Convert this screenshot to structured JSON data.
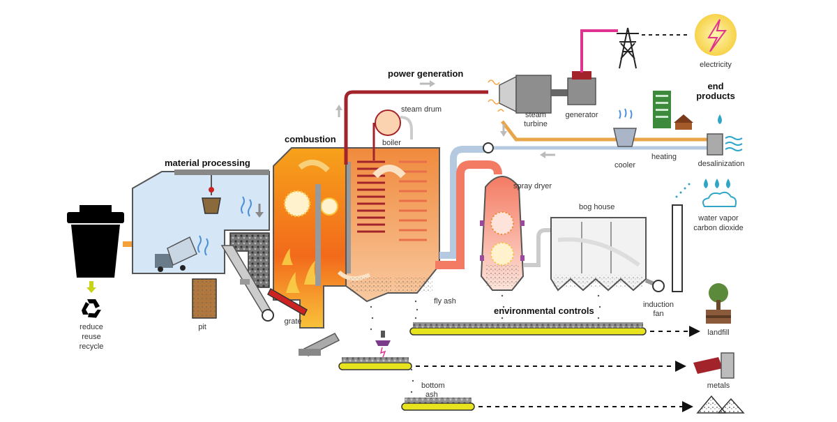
{
  "colors": {
    "steam_line": "#a3232a",
    "return_line": "#e8a64a",
    "power_line": "#e0338f",
    "conveyor": "#e8e31f",
    "fire": "#f2872a",
    "water": "#2fa5c8",
    "flue_duct": "#f47b63"
  },
  "section_headers": {
    "material_processing": "material processing",
    "combustion": "combustion",
    "power_generation": "power generation",
    "end_products": [
      "end",
      "products"
    ],
    "environmental_controls": "environmental controls"
  },
  "labels": {
    "reduce": "reduce",
    "reuse": "reuse",
    "recycle": "recycle",
    "pit": "pit",
    "grate": "grate",
    "boiler": "boiler",
    "steam_drum": "steam drum",
    "steam_turbine": [
      "steam",
      "turbine"
    ],
    "generator": "generator",
    "electricity": "electricity",
    "cooler": "cooler",
    "heating": "heating",
    "desalinization": "desalinization",
    "spray_dryer": "spray dryer",
    "bog_house": "bog house",
    "water_vapor": "water vapor",
    "carbon_dioxide": "carbon dioxide",
    "fly_ash": "fly ash",
    "induction_fan": [
      "induction",
      "fan"
    ],
    "landfill": "landfill",
    "metals": "metals",
    "bottom_ash": [
      "bottom",
      "ash"
    ]
  },
  "icons": {
    "trash_bin": "trash-bin-icon",
    "recycle": "recycle-icon",
    "electricity": "lightning-bolt-icon",
    "pylon": "power-pylon-icon",
    "water_drop": "water-drop-icon",
    "cloud": "cloud-icon",
    "tree": "tree-icon",
    "house": "house-icon",
    "building": "building-icon",
    "magnet": "magnet-icon",
    "truck": "dump-truck-icon",
    "crane_grab": "crane-grab-icon"
  }
}
